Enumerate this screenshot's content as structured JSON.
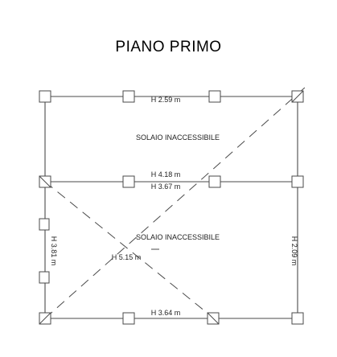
{
  "title": "PIANO PRIMO",
  "rooms": {
    "upper": "SOLAIO INACCESSIBILE",
    "lower": "SOLAIO INACCESSIBILE"
  },
  "heights": {
    "upper_top": "H 2.59 m",
    "middle_top": "H 4.18 m",
    "middle_bottom": "H 3.67 m",
    "left": "H 3.81 m",
    "center": "H 5.15 m",
    "right": "H 2.09 m",
    "bottom": "H 3.64 m"
  },
  "colors": {
    "line": "#4a4a4a",
    "text": "#222222"
  }
}
